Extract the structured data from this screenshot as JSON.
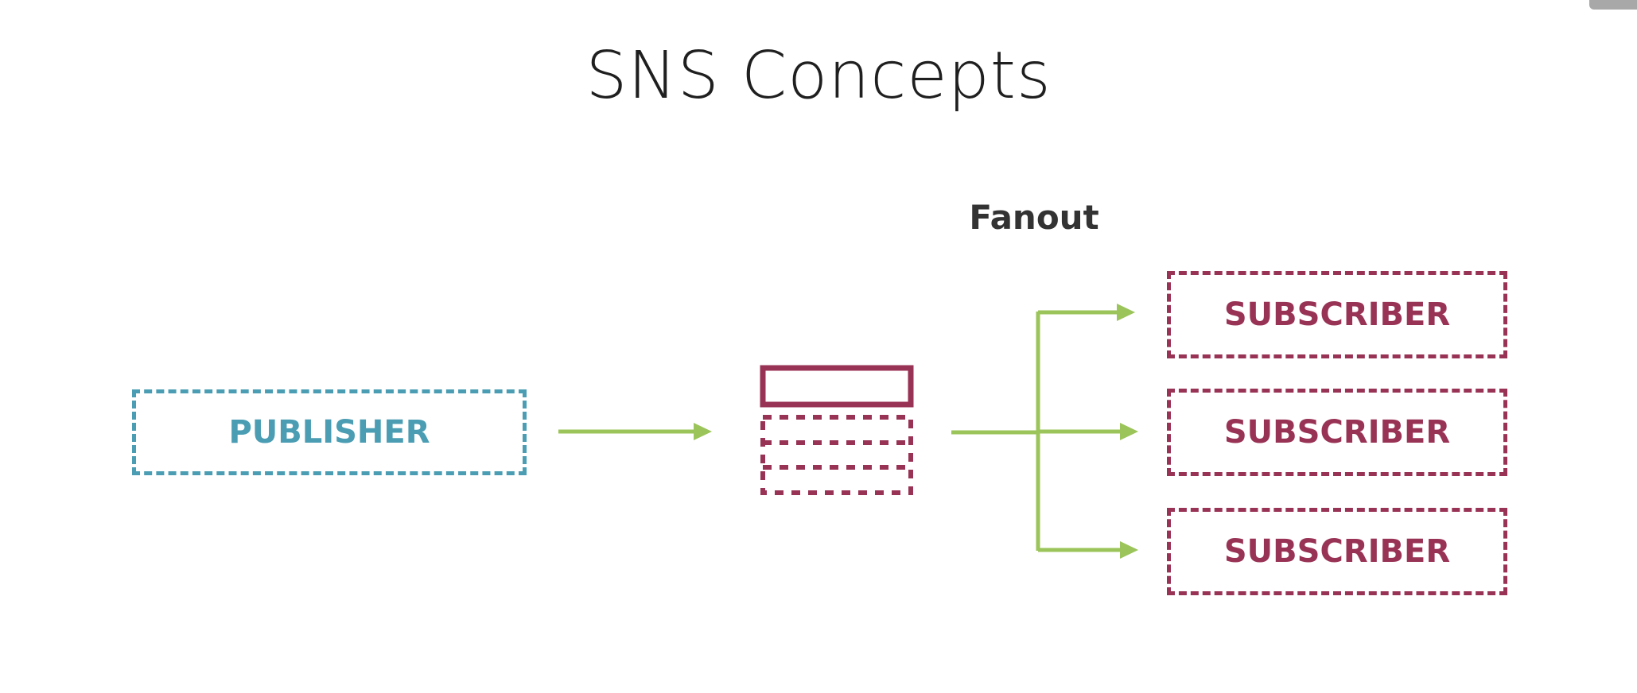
{
  "title": "SNS Concepts",
  "fanout_label": "Fanout",
  "publisher": {
    "label": "PUBLISHER"
  },
  "subscribers": [
    {
      "label": "SUBSCRIBER"
    },
    {
      "label": "SUBSCRIBER"
    },
    {
      "label": "SUBSCRIBER"
    }
  ],
  "colors": {
    "publisher": "#4a9db3",
    "subscriber": "#993355",
    "topic": "#993355",
    "arrow": "#9bc45a",
    "title": "#1f1f1f"
  },
  "icons": {
    "topic": "topic-queue-icon"
  }
}
